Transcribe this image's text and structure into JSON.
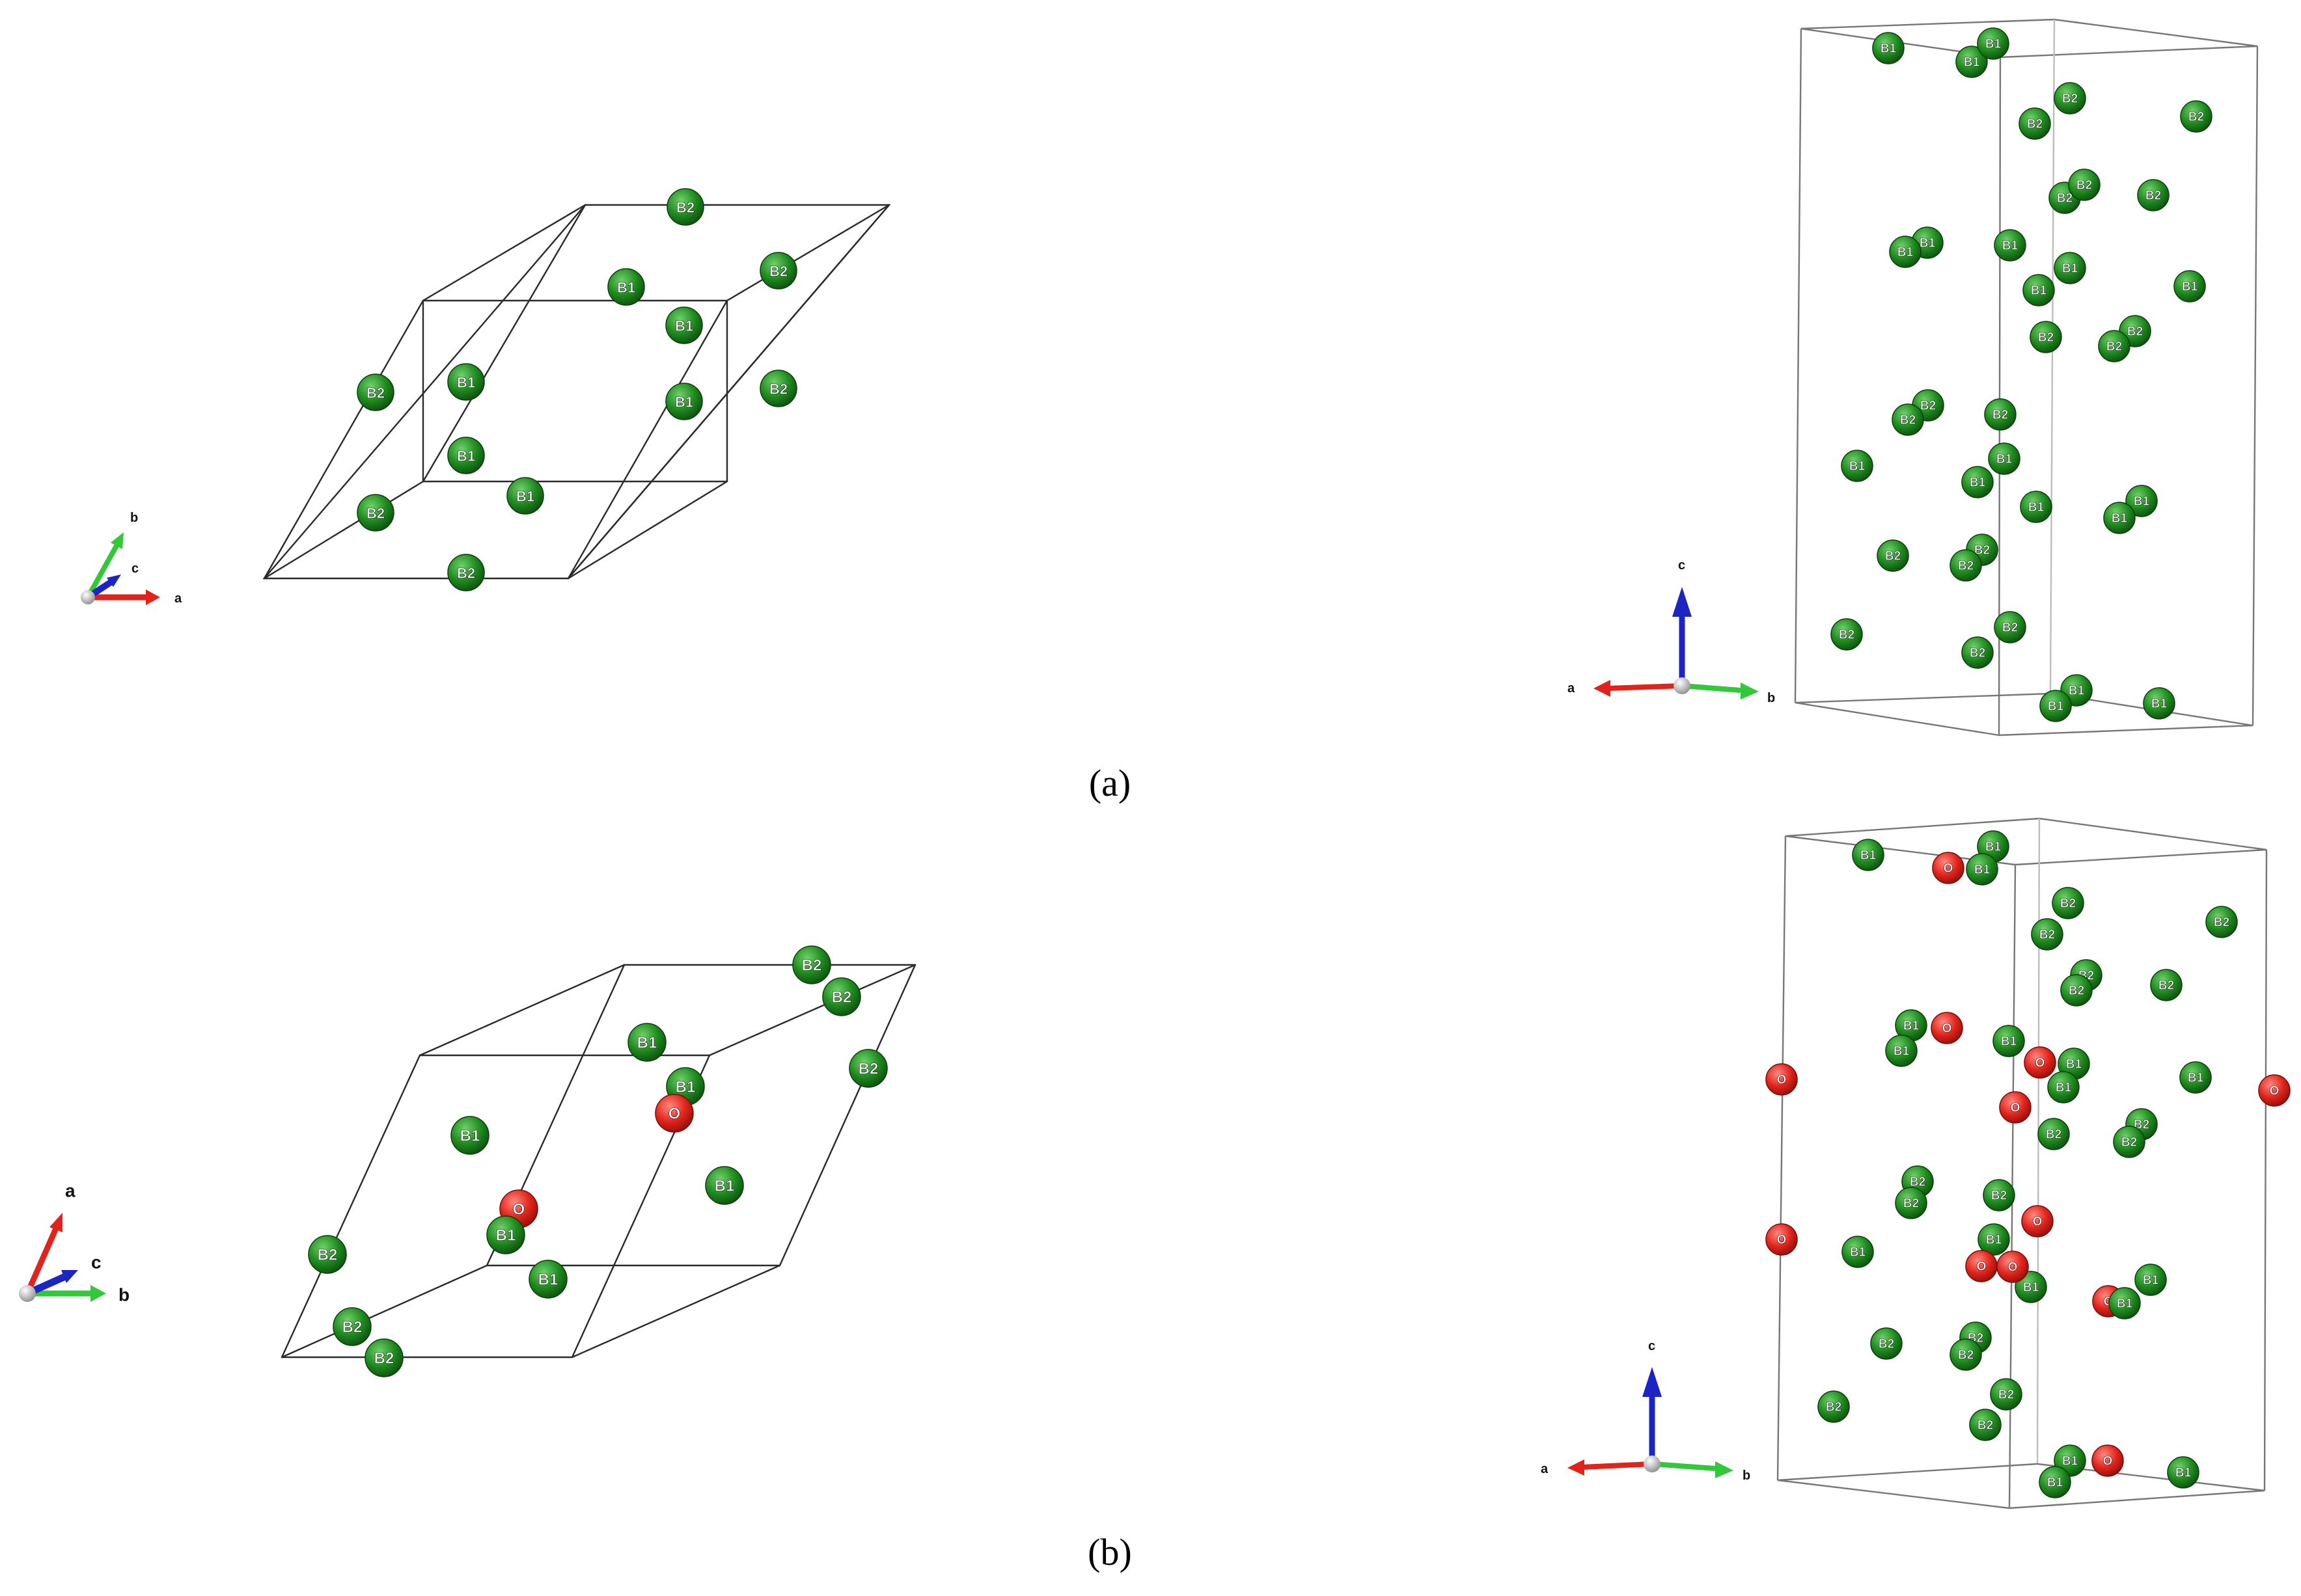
{
  "colors": {
    "boron": "#1e8a1e",
    "oxygen": "#e0241c",
    "axis_a": "#e3231b",
    "axis_b": "#31c83a",
    "axis_c": "#1c24c4",
    "origin": "#c9c9c9"
  },
  "captions": {
    "panel_a": "(a)",
    "panel_b": "(b)"
  },
  "axis_letters": {
    "a": "a",
    "b": "b",
    "c": "c"
  },
  "panels": [
    {
      "id": "a-primitive",
      "atoms": [
        {
          "label": "B2"
        },
        {
          "label": "B1"
        },
        {
          "label": "B2"
        },
        {
          "label": "B1"
        },
        {
          "label": "B2"
        },
        {
          "label": "B1"
        },
        {
          "label": "B1"
        },
        {
          "label": "B2"
        },
        {
          "label": "B1"
        },
        {
          "label": "B2"
        },
        {
          "label": "B1"
        },
        {
          "label": "B2"
        }
      ]
    },
    {
      "id": "a-conventional",
      "atoms": [
        {
          "label": "B1"
        },
        {
          "label": "B1"
        },
        {
          "label": "B1"
        },
        {
          "label": "B2"
        },
        {
          "label": "B2"
        },
        {
          "label": "B2"
        },
        {
          "label": "B2"
        },
        {
          "label": "B2"
        },
        {
          "label": "B2"
        },
        {
          "label": "B1"
        },
        {
          "label": "B1"
        },
        {
          "label": "B1"
        },
        {
          "label": "B1"
        },
        {
          "label": "B1"
        },
        {
          "label": "B1"
        },
        {
          "label": "B2"
        },
        {
          "label": "B2"
        },
        {
          "label": "B2"
        },
        {
          "label": "B2"
        },
        {
          "label": "B2"
        },
        {
          "label": "B2"
        },
        {
          "label": "B1"
        },
        {
          "label": "B1"
        },
        {
          "label": "B1"
        },
        {
          "label": "B1"
        },
        {
          "label": "B1"
        },
        {
          "label": "B1"
        },
        {
          "label": "B2"
        },
        {
          "label": "B2"
        },
        {
          "label": "B2"
        },
        {
          "label": "B2"
        },
        {
          "label": "B2"
        },
        {
          "label": "B2"
        },
        {
          "label": "B1"
        },
        {
          "label": "B1"
        },
        {
          "label": "B1"
        }
      ]
    },
    {
      "id": "b-primitive",
      "atoms": [
        {
          "label": "B2"
        },
        {
          "label": "B2"
        },
        {
          "label": "B1"
        },
        {
          "label": "B2"
        },
        {
          "label": "B1"
        },
        {
          "label": "O"
        },
        {
          "label": "B1"
        },
        {
          "label": "B1"
        },
        {
          "label": "O"
        },
        {
          "label": "B1"
        },
        {
          "label": "B1"
        },
        {
          "label": "B2"
        },
        {
          "label": "B2"
        },
        {
          "label": "B2"
        }
      ]
    },
    {
      "id": "b-conventional",
      "atoms": [
        {
          "label": "B1"
        },
        {
          "label": "B1"
        },
        {
          "label": "O"
        },
        {
          "label": "B1"
        },
        {
          "label": "B2"
        },
        {
          "label": "B2"
        },
        {
          "label": "B2"
        },
        {
          "label": "B2"
        },
        {
          "label": "B2"
        },
        {
          "label": "B2"
        },
        {
          "label": "B1"
        },
        {
          "label": "O"
        },
        {
          "label": "B1"
        },
        {
          "label": "B1"
        },
        {
          "label": "O"
        },
        {
          "label": "B1"
        },
        {
          "label": "B1"
        },
        {
          "label": "B1"
        },
        {
          "label": "O"
        },
        {
          "label": "O"
        },
        {
          "label": "O"
        },
        {
          "label": "B2"
        },
        {
          "label": "B2"
        },
        {
          "label": "B2"
        },
        {
          "label": "B2"
        },
        {
          "label": "B2"
        },
        {
          "label": "B2"
        },
        {
          "label": "O"
        },
        {
          "label": "B1"
        },
        {
          "label": "O"
        },
        {
          "label": "B1"
        },
        {
          "label": "B1"
        },
        {
          "label": "O"
        },
        {
          "label": "O"
        },
        {
          "label": "B1"
        },
        {
          "label": "B1"
        },
        {
          "label": "O"
        },
        {
          "label": "B2"
        },
        {
          "label": "B2"
        },
        {
          "label": "B2"
        },
        {
          "label": "B2"
        },
        {
          "label": "B2"
        },
        {
          "label": "B2"
        },
        {
          "label": "B1"
        },
        {
          "label": "O"
        },
        {
          "label": "B1"
        },
        {
          "label": "B1"
        }
      ]
    }
  ]
}
